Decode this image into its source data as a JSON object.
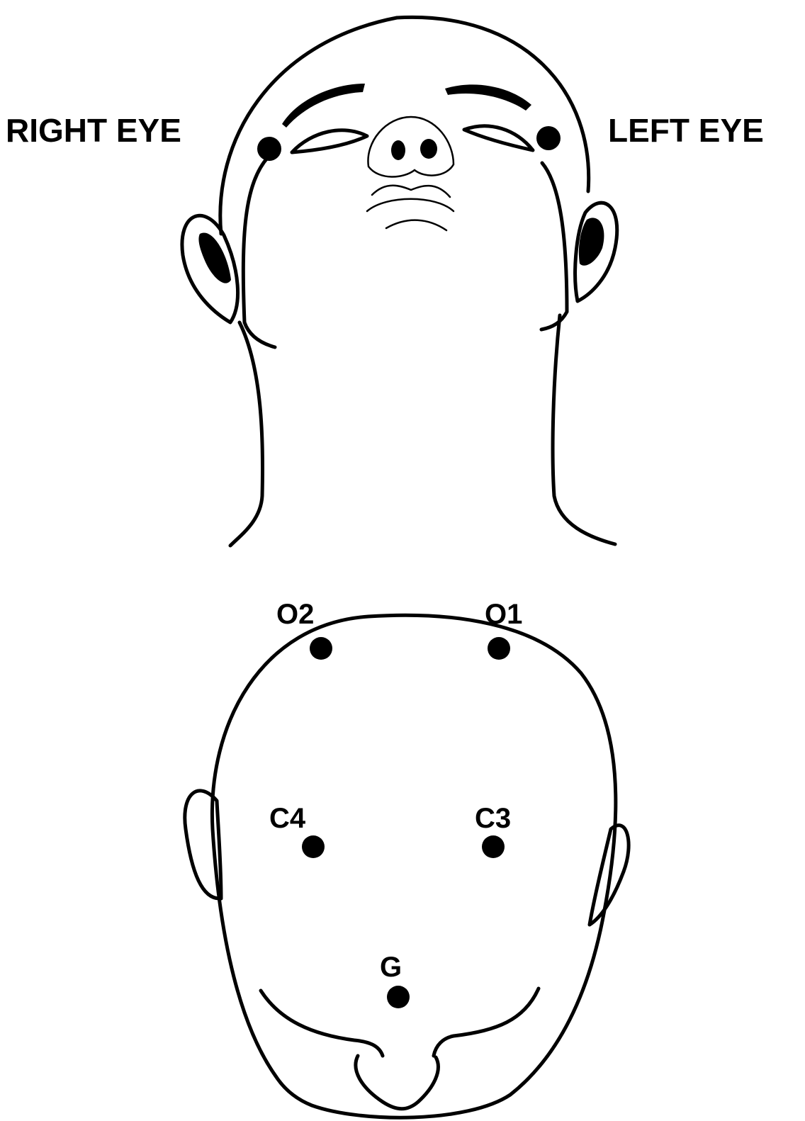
{
  "top_view": {
    "right_eye_label": "RIGHT EYE",
    "left_eye_label": "LEFT EYE"
  },
  "bottom_view": {
    "electrodes": [
      "O2",
      "O1",
      "C4",
      "C3",
      "G"
    ]
  },
  "colors": {
    "ink": "#000000",
    "background": "#ffffff"
  }
}
